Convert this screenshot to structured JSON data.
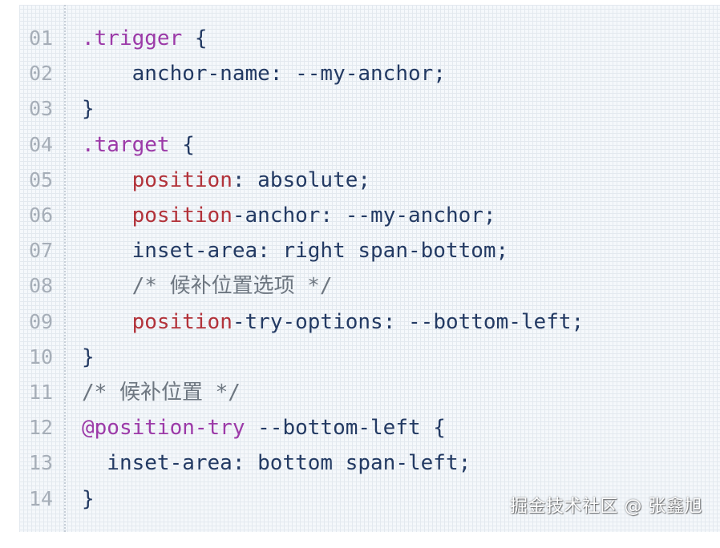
{
  "code": {
    "line_numbers": [
      "01",
      "02",
      "03",
      "04",
      "05",
      "06",
      "07",
      "08",
      "09",
      "10",
      "11",
      "12",
      "13",
      "14"
    ],
    "lines": [
      [
        {
          "t": "sel",
          "v": ".trigger"
        },
        {
          "t": "plain",
          "v": " {"
        }
      ],
      [
        {
          "t": "plain",
          "v": "    anchor-name: --my-anchor;"
        }
      ],
      [
        {
          "t": "plain",
          "v": "}"
        }
      ],
      [
        {
          "t": "sel",
          "v": ".target"
        },
        {
          "t": "plain",
          "v": " {"
        }
      ],
      [
        {
          "t": "plain",
          "v": "    "
        },
        {
          "t": "prop",
          "v": "position"
        },
        {
          "t": "plain",
          "v": ": absolute;"
        }
      ],
      [
        {
          "t": "plain",
          "v": "    "
        },
        {
          "t": "prop",
          "v": "position"
        },
        {
          "t": "plain",
          "v": "-anchor: --my-anchor;"
        }
      ],
      [
        {
          "t": "plain",
          "v": "    inset-area: right span-bottom;"
        }
      ],
      [
        {
          "t": "comment",
          "v": "    /* 候补位置选项 */"
        }
      ],
      [
        {
          "t": "plain",
          "v": "    "
        },
        {
          "t": "prop",
          "v": "position"
        },
        {
          "t": "plain",
          "v": "-try-options: --bottom-left;"
        }
      ],
      [
        {
          "t": "plain",
          "v": "}"
        }
      ],
      [
        {
          "t": "comment",
          "v": "/* 候补位置 */"
        }
      ],
      [
        {
          "t": "at",
          "v": "@position-try"
        },
        {
          "t": "plain",
          "v": " --bottom-left {"
        }
      ],
      [
        {
          "t": "plain",
          "v": "  inset-area: bottom span-left;"
        }
      ],
      [
        {
          "t": "plain",
          "v": "}"
        }
      ]
    ]
  },
  "watermark": {
    "text": "掘金技术社区 @ 张鑫旭"
  },
  "colors": {
    "background": "#f5f8fb",
    "grid": "#e3e9ef",
    "selector": "#9c3aa8",
    "property": "#b2323a",
    "plain": "#233a63",
    "comment": "#6d7680",
    "line_number": "#a6aeb8"
  }
}
